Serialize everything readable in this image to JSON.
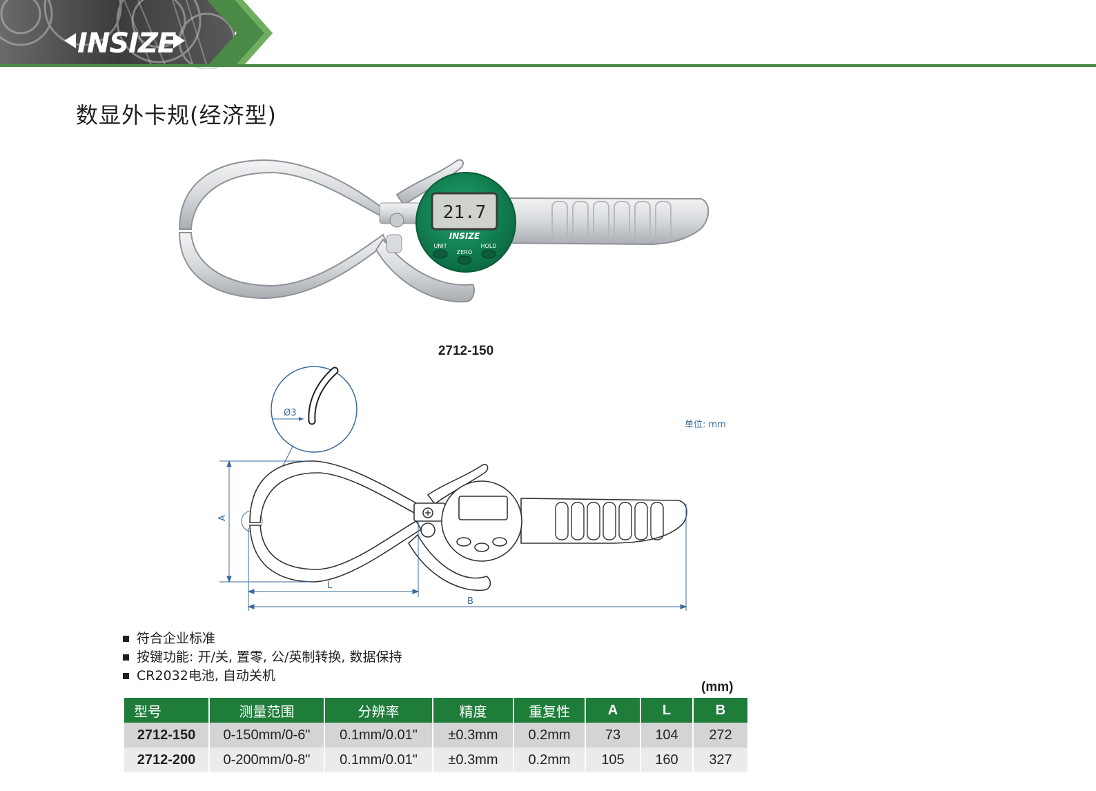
{
  "header": {
    "brand": "INSIZE",
    "accent_color": "#4a8a46"
  },
  "title": "数显外卡规(经济型)",
  "photo": {
    "display_value": "21.7",
    "brand_on_dial": "INSIZE",
    "buttons": [
      "UNIT",
      "ZERO",
      "HOLD"
    ]
  },
  "model_caption": "2712-150",
  "drawing": {
    "unit_note": "单位: mm",
    "tip_diameter": "Ø3",
    "dim_labels": {
      "a": "A",
      "l": "L",
      "b": "B"
    }
  },
  "features": [
    "符合企业标准",
    "按键功能: 开/关, 置零, 公/英制转换, 数据保持",
    "CR2032电池, 自动关机"
  ],
  "table": {
    "unit": "(mm)",
    "header_color": "#1f7d3a",
    "headers": [
      "型号",
      "测量范围",
      "分辨率",
      "精度",
      "重复性",
      "A",
      "L",
      "B"
    ],
    "rows": [
      [
        "2712-150",
        "0-150mm/0-6\"",
        "0.1mm/0.01\"",
        "±0.3mm",
        "0.2mm",
        "73",
        "104",
        "272"
      ],
      [
        "2712-200",
        "0-200mm/0-8\"",
        "0.1mm/0.01\"",
        "±0.3mm",
        "0.2mm",
        "105",
        "160",
        "327"
      ]
    ]
  }
}
